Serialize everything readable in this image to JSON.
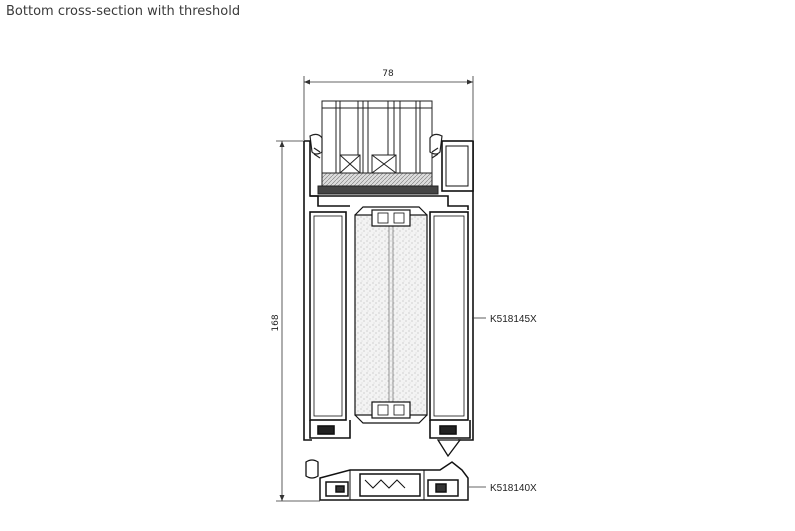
{
  "caption": "Bottom cross-section with threshold",
  "dimensions": {
    "width": "78",
    "height": "168"
  },
  "profiles": {
    "upper": "K518145X",
    "lower": "K518140X"
  }
}
